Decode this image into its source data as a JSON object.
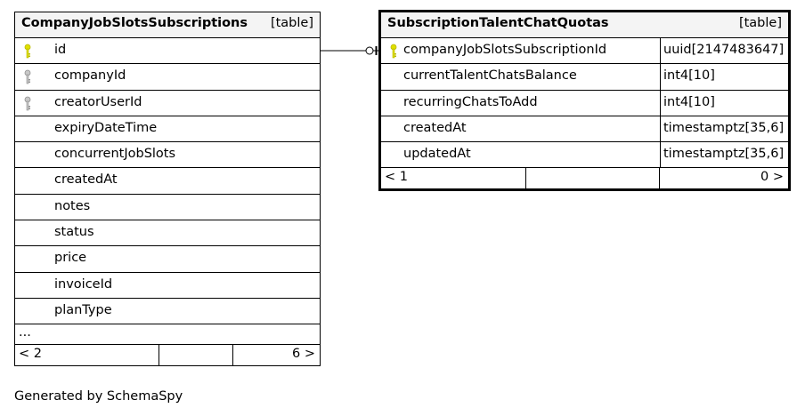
{
  "left_table": {
    "name": "CompanyJobSlotsSubscriptions",
    "kind": "[table]",
    "columns": [
      {
        "name": "id",
        "key": "primary-key-icon"
      },
      {
        "name": "companyId",
        "key": "foreign-key-icon"
      },
      {
        "name": "creatorUserId",
        "key": "foreign-key-icon"
      },
      {
        "name": "expiryDateTime",
        "key": ""
      },
      {
        "name": "concurrentJobSlots",
        "key": ""
      },
      {
        "name": "createdAt",
        "key": ""
      },
      {
        "name": "notes",
        "key": ""
      },
      {
        "name": "status",
        "key": ""
      },
      {
        "name": "price",
        "key": ""
      },
      {
        "name": "invoiceId",
        "key": ""
      },
      {
        "name": "planType",
        "key": ""
      }
    ],
    "ellipsis": "...",
    "footer_left": "< 2",
    "footer_right": "6 >"
  },
  "right_table": {
    "name": "SubscriptionTalentChatQuotas",
    "kind": "[table]",
    "columns": [
      {
        "name": "companyJobSlotsSubscriptionId",
        "type": "uuid[2147483647]",
        "key": "primary-key-icon"
      },
      {
        "name": "currentTalentChatsBalance",
        "type": "int4[10]",
        "key": ""
      },
      {
        "name": "recurringChatsToAdd",
        "type": "int4[10]",
        "key": ""
      },
      {
        "name": "createdAt",
        "type": "timestamptz[35,6]",
        "key": ""
      },
      {
        "name": "updatedAt",
        "type": "timestamptz[35,6]",
        "key": ""
      }
    ],
    "footer_left": "< 1",
    "footer_right": "0 >"
  },
  "footer": "Generated by SchemaSpy",
  "colors": {
    "primary_key": "#e0e000",
    "foreign_key": "#a8a8a8",
    "header_bg": "#f4f4f4"
  }
}
